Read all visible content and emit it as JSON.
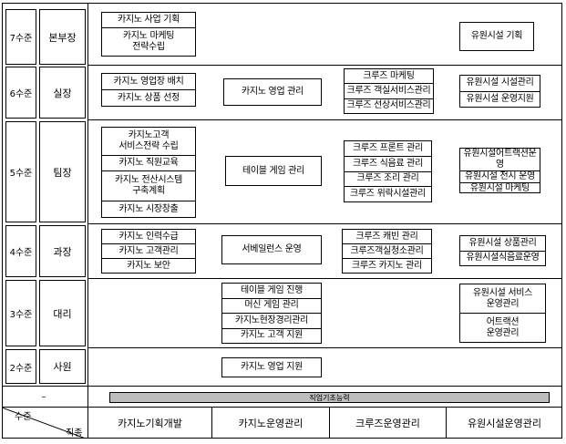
{
  "levels": [
    {
      "level": "7수준",
      "position": "본부장"
    },
    {
      "level": "6수준",
      "position": "실장"
    },
    {
      "level": "5수준",
      "position": "팀장"
    },
    {
      "level": "4수준",
      "position": "과장"
    },
    {
      "level": "3수준",
      "position": "대리"
    },
    {
      "level": "2수준",
      "position": "사원"
    }
  ],
  "boxes": {
    "b7a": [
      "카지노 사업 기획",
      "카지노 마케팅\n전략수립"
    ],
    "b7d": [
      "유원시설 기획"
    ],
    "b6a": [
      "카지노 영업장 배치",
      "카지노 상품 선정"
    ],
    "b6b": [
      "카지노 영업 관리"
    ],
    "b6c": [
      "크루즈 마케팅",
      "크루즈 객실서비스관리",
      "크루즈 선상서비스관리"
    ],
    "b6d": [
      "유원시설 시설관리",
      "유원시설 운영지원"
    ],
    "b5a": [
      "카지노고객\n서비스전략 수립",
      "카지노 직원교육",
      "카지노 전산시스템\n구축계획",
      "카지노 시장창출"
    ],
    "b5b": [
      "테이블 게임 관리"
    ],
    "b5c": [
      "크루즈 프론트 관리",
      "크루즈 식음료 관리",
      "크루즈 조리 관리",
      "크루즈 위락시설관리"
    ],
    "b5d": [
      "유원시설어트랙션운영",
      "유원시설 전시 운영",
      "유원시설 마케팅"
    ],
    "b4a": [
      "카지노 인력수급",
      "카지노 고객관리",
      "카지노 보안"
    ],
    "b4b": [
      "서베일런스 운영"
    ],
    "b4c": [
      "크루즈 캐빈 관리",
      "크루즈객실청소관리",
      "크루즈 카지노 관리"
    ],
    "b4d": [
      "유원시설 상품관리",
      "유원시설식음료운영"
    ],
    "b3b": [
      "테이블 게임 진행",
      "머신 게임 관리",
      "카지노현장경리관리",
      "카지노 고객 지원"
    ],
    "b3d": [
      "유원시설 서비스\n운영관리",
      "어트랙션\n운영관리"
    ],
    "b2b": [
      "카지노 영업 지원"
    ]
  },
  "foundation": {
    "dash": "–",
    "label": "직업기초능력"
  },
  "footer": {
    "corner_level": "수준",
    "corner_job": "직종",
    "jobs": [
      "카지노기획개발",
      "카지노운영관리",
      "크루즈운영관리",
      "유원시설운영관리"
    ]
  }
}
